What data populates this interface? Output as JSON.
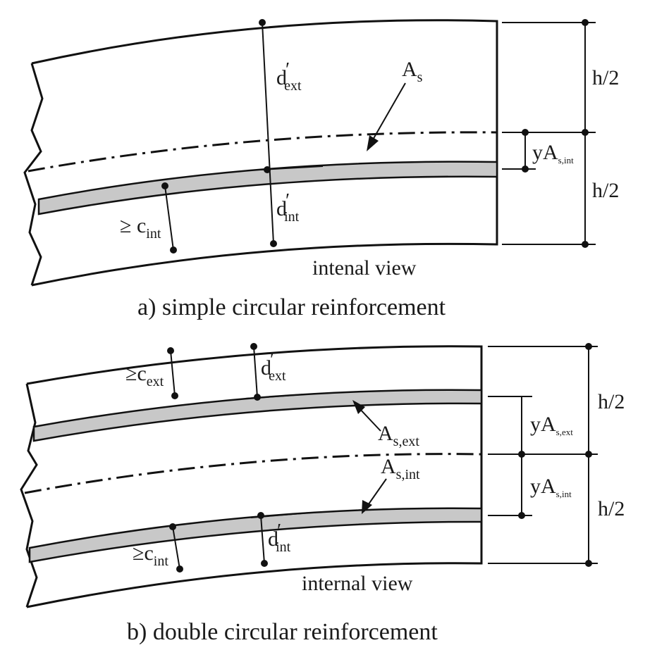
{
  "panel_a": {
    "caption": "a) simple circular reinforcement",
    "view_label": "intenal view",
    "labels": {
      "d_ext_main": "d",
      "d_ext_sub": "ext",
      "as_main": "A",
      "as_sub": "s",
      "ya_main": "yA",
      "ya_sub": "s,int",
      "d_int_main": "d",
      "d_int_sub": "int",
      "c_int_prefix": "≥ c",
      "c_int_sub": "int",
      "h_half_top": "h/2",
      "h_half_bottom": "h/2",
      "prime": "′"
    }
  },
  "panel_b": {
    "caption": "b) double circular reinforcement",
    "view_label": "internal view",
    "labels": {
      "c_ext_prefix": "≥c",
      "c_ext_sub": "ext",
      "d_ext_main": "d",
      "d_ext_sub": "ext",
      "as_ext_main": "A",
      "as_ext_sub": "s,ext",
      "as_int_main": "A",
      "as_int_sub": "s,int",
      "ya_ext_main": "yA",
      "ya_ext_sub": "s,ext",
      "ya_int_main": "yA",
      "ya_int_sub": "s,int",
      "c_int_prefix": "≥c",
      "c_int_sub": "int",
      "d_int_main": "d",
      "d_int_sub": "int",
      "h_half_top": "h/2",
      "h_half_bottom": "h/2",
      "prime": "′"
    }
  }
}
